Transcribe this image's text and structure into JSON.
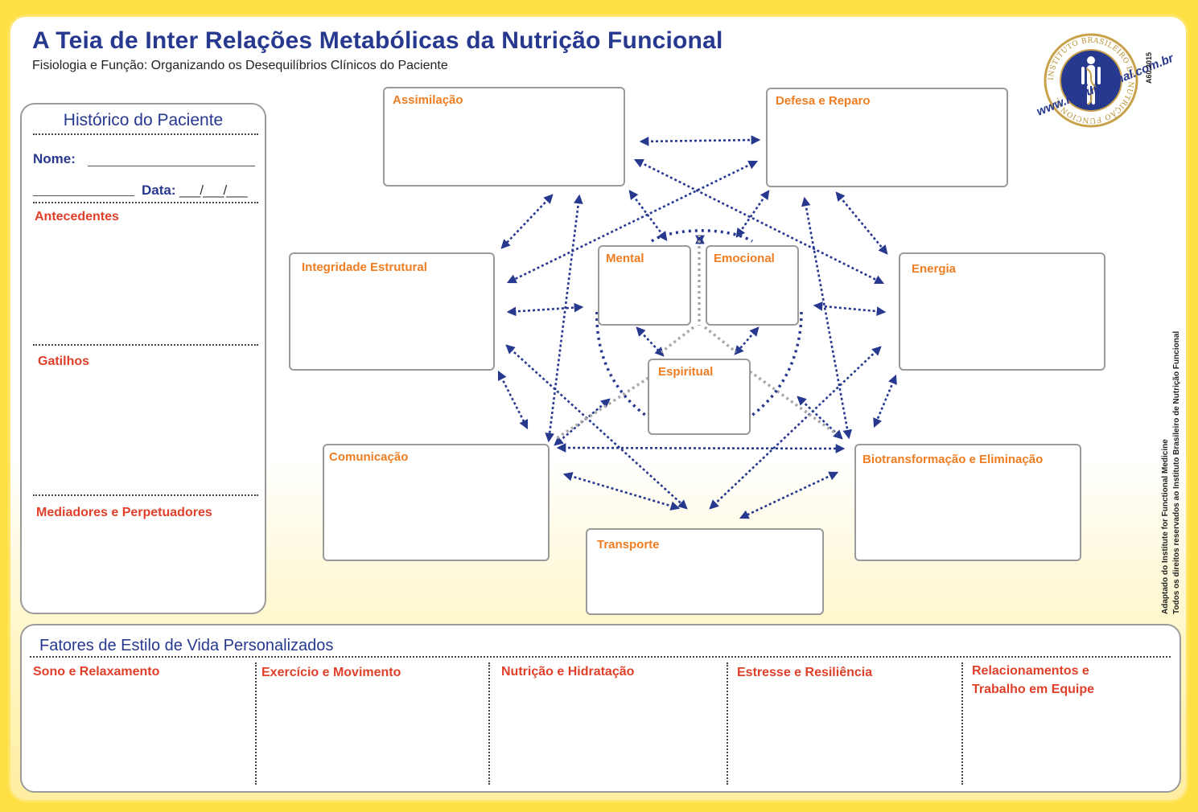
{
  "header": {
    "title": "A Teia de Inter Relações Metabólicas da Nutrição Funcional",
    "subtitle": "Fisiologia e Função: Organizando os Desequilíbrios Clínicos do Paciente"
  },
  "logo": {
    "website": "www.ibnfuncional.com.br",
    "ring_text": "INSTITUTO BRASILEIRO DE NUTRIÇÃO FUNCIONAL",
    "version_code": "A60.2015"
  },
  "credits": {
    "line1": "Adaptado do Institute for Functional Medicine",
    "line2": "Todos os direitos reservados ao Instituto Brasileiro de Nutrição Funcional"
  },
  "history": {
    "title": "Histórico do Paciente",
    "name_label": "Nome:",
    "date_label": "Data:",
    "date_pattern": "___/___/___",
    "sections": [
      "Antecedentes",
      "Gatilhos",
      "Mediadores e Perpetuadores"
    ]
  },
  "web": {
    "nodes": {
      "assimilacao": "Assimilação",
      "defesa": "Defesa e Reparo",
      "integridade": "Integridade Estrutural",
      "energia": "Energia",
      "comunicacao": "Comunicação",
      "biotransformacao": "Biotransformação e Eliminação",
      "transporte": "Transporte",
      "mental": "Mental",
      "emocional": "Emocional",
      "espiritual": "Espiritual"
    }
  },
  "lifestyle": {
    "title": "Fatores de Estilo de Vida Personalizados",
    "columns": [
      {
        "line1": "Sono e Relaxamento",
        "line2": ""
      },
      {
        "line1": "Exercício e Movimento",
        "line2": ""
      },
      {
        "line1": "Nutrição e Hidratação",
        "line2": ""
      },
      {
        "line1": "Estresse e Resiliência",
        "line2": ""
      },
      {
        "line1": "Relacionamentos e",
        "line2": "Trabalho em Equipe"
      }
    ]
  },
  "colors": {
    "title_blue": "#27388f",
    "node_orange": "#ef7d22",
    "section_red": "#e0402a",
    "frame_yellow": "#ffe045",
    "arrow_blue": "#27388f"
  }
}
